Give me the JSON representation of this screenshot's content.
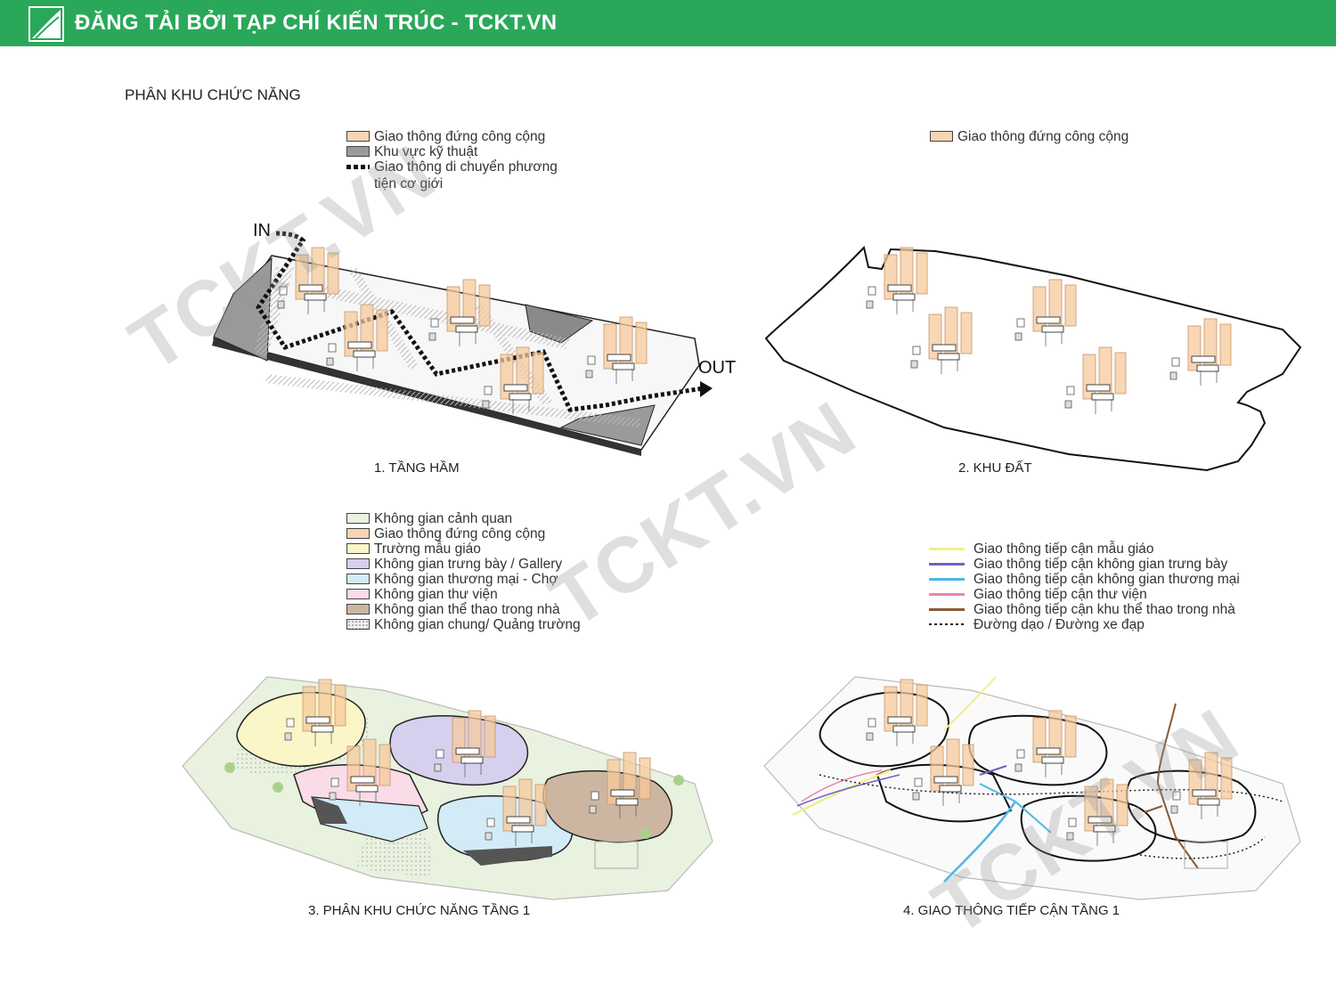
{
  "banner": {
    "title": "ĐĂNG TẢI BỞI TẠP CHÍ KIẾN TRÚC - TCKT.VN"
  },
  "page_title": "PHÂN KHU CHỨC NĂNG",
  "watermark": "TCKT.VN",
  "diagram1": {
    "legend": [
      {
        "label": "Giao thông đứng công cộng",
        "color": "#f7d5b3"
      },
      {
        "label": "Khu vực kỹ thuật",
        "color": "#9a9a9a"
      },
      {
        "label": "Giao thông di chuyển phương",
        "label2": "tiện cơ giới"
      }
    ],
    "in_label": "IN",
    "out_label": "OUT",
    "caption": "1. TẦNG HẦM"
  },
  "diagram2": {
    "legend": [
      {
        "label": "Giao thông đứng công cộng",
        "color": "#f7d5b3"
      }
    ],
    "caption": "2. KHU ĐẤT"
  },
  "diagram3": {
    "legend": [
      {
        "label": "Không gian cảnh quan",
        "color": "#e8f2df"
      },
      {
        "label": "Giao thông đứng công cộng",
        "color": "#f7d5b3"
      },
      {
        "label": "Trường mẫu giáo",
        "color": "#fbf6c7"
      },
      {
        "label": "Không gian trưng bày / Gallery",
        "color": "#d6d0ee"
      },
      {
        "label": "Không gian thương mại - Chợ",
        "color": "#d3ebf7"
      },
      {
        "label": "Không gian thư viện",
        "color": "#fadbe8"
      },
      {
        "label": "Không gian thể thao trong nhà",
        "color": "#cdb6a1"
      },
      {
        "label": "Không gian chung/ Quảng trường",
        "color": "#efefef"
      }
    ],
    "caption": "3. PHÂN KHU CHỨC NĂNG TẦNG 1"
  },
  "diagram4": {
    "legend": [
      {
        "label": "Giao thông tiếp cận mẫu giáo",
        "color": "#f3ee8a"
      },
      {
        "label": "Giao thông tiếp cận không gian trưng bày",
        "color": "#6d63c3"
      },
      {
        "label": "Giao thông tiếp cận không gian thương mại",
        "color": "#4fb7e6"
      },
      {
        "label": "Giao thông tiếp cận thư viện",
        "color": "#ec84b4"
      },
      {
        "label": "Giao thông tiếp cận khu thể thao trong nhà",
        "color": "#8a5a34"
      },
      {
        "label": "Đường dạo / Đường xe đạp"
      }
    ],
    "caption": "4. GIAO THÔNG TIẾP CẬN TẦNG 1"
  }
}
